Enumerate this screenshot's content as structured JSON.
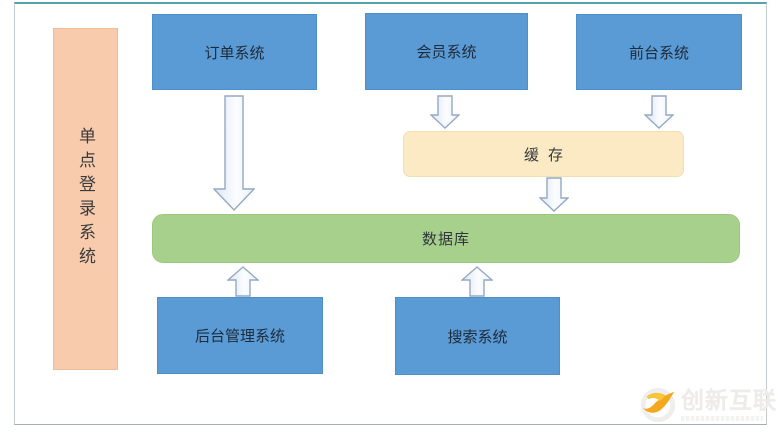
{
  "diagram": {
    "sso_bar": {
      "label": "单点登录系统"
    },
    "nodes": {
      "order": {
        "label": "订单系统"
      },
      "member": {
        "label": "会员系统"
      },
      "front": {
        "label": "前台系统"
      },
      "cache": {
        "label": "缓存"
      },
      "database": {
        "label": "数据库"
      },
      "admin": {
        "label": "后台管理系统"
      },
      "search": {
        "label": "搜索系统"
      }
    },
    "connections": [
      {
        "from": "订单系统",
        "to": "数据库",
        "direction": "down"
      },
      {
        "from": "会员系统",
        "to": "缓存",
        "direction": "down"
      },
      {
        "from": "前台系统",
        "to": "缓存",
        "direction": "down"
      },
      {
        "from": "缓存",
        "to": "数据库",
        "direction": "down"
      },
      {
        "from": "后台管理系统",
        "to": "数据库",
        "direction": "up"
      },
      {
        "from": "搜索系统",
        "to": "数据库",
        "direction": "up"
      }
    ],
    "colors": {
      "system_box": "#5b9bd5",
      "sso_bar": "#f8cbad",
      "cache_box": "#fbeac4",
      "database_bar": "#a8d08d",
      "arrow_outline": "#93a9c6",
      "frame_top_line": "#58a3ab",
      "brand_orange": "#f3a81e"
    }
  },
  "watermark": {
    "brand": "创新互联"
  }
}
